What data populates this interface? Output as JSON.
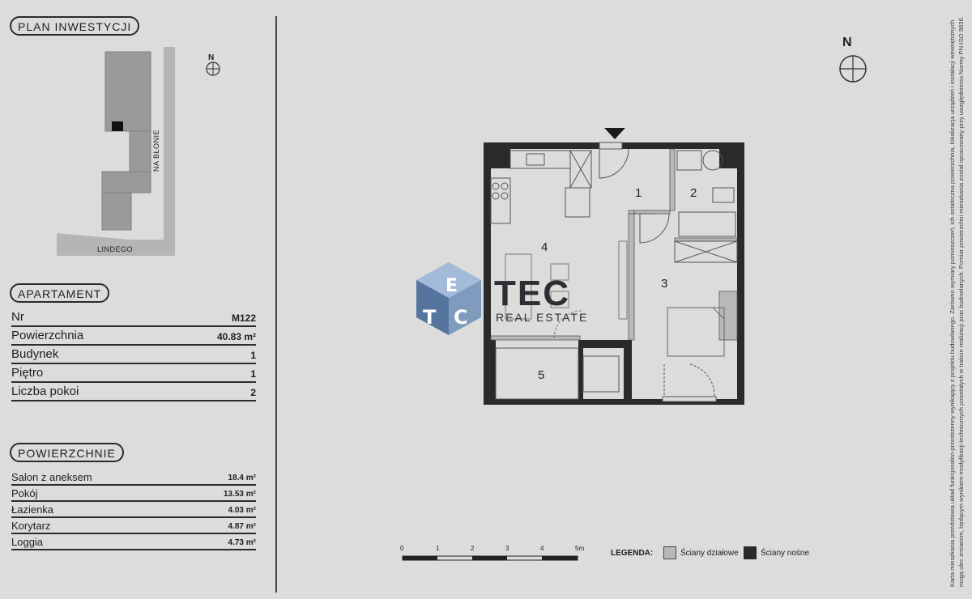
{
  "plan_section": {
    "title": "PLAN INWESTYCJI",
    "streets": {
      "street_1": "NA BŁONIE",
      "street_2": "LINDEGO"
    },
    "compass_letter": "N"
  },
  "apartment": {
    "title": "APARTAMENT",
    "rows": [
      {
        "label": "Nr",
        "value": "M122"
      },
      {
        "label": "Powierzchnia",
        "value": "40.83 m²"
      },
      {
        "label": "Budynek",
        "value": "1"
      },
      {
        "label": "Piętro",
        "value": "1"
      },
      {
        "label": "Liczba pokoi",
        "value": "2"
      }
    ]
  },
  "areas": {
    "title": "POWIERZCHNIE",
    "rows": [
      {
        "label": "Salon z aneksem",
        "value": "18.4 m²"
      },
      {
        "label": "Pokój",
        "value": "13.53 m²"
      },
      {
        "label": "Łazienka",
        "value": "4.03 m²"
      },
      {
        "label": "Korytarz",
        "value": "4.87 m²"
      },
      {
        "label": "Loggia",
        "value": "4.73 m²"
      }
    ]
  },
  "floor_plan": {
    "compass_letter": "N",
    "rooms": [
      "1",
      "2",
      "3",
      "4",
      "5"
    ]
  },
  "logo": {
    "name": "TEC",
    "subtitle": "REAL ESTATE"
  },
  "scale": {
    "ticks": [
      "0",
      "1",
      "2",
      "3",
      "4",
      "5m"
    ]
  },
  "legend": {
    "title": "LEGENDA:",
    "items": [
      {
        "label": "Ściany działowe",
        "color": "#b9b9b9"
      },
      {
        "label": "Ściany nośne",
        "color": "#2a2a2a"
      }
    ]
  },
  "disclaimer": "Karta mieszkania przedstawia układ funkcjonalno-przestrzenny wynikający z projektu budowlanego. Zarówno wymiary pomieszczeń, ich ostateczna powierzchnia, lokalizacja urządzeń i instalacji wewnętrznych mogą ulec zmianom, będącym wynikiem modyfikacji technicznych powstałych w trakcie realizacji prac budowlanych. Pomiar powierzchni mieszkania został opracowany przy uwzględnieniu Normy PN-ISO 9836."
}
